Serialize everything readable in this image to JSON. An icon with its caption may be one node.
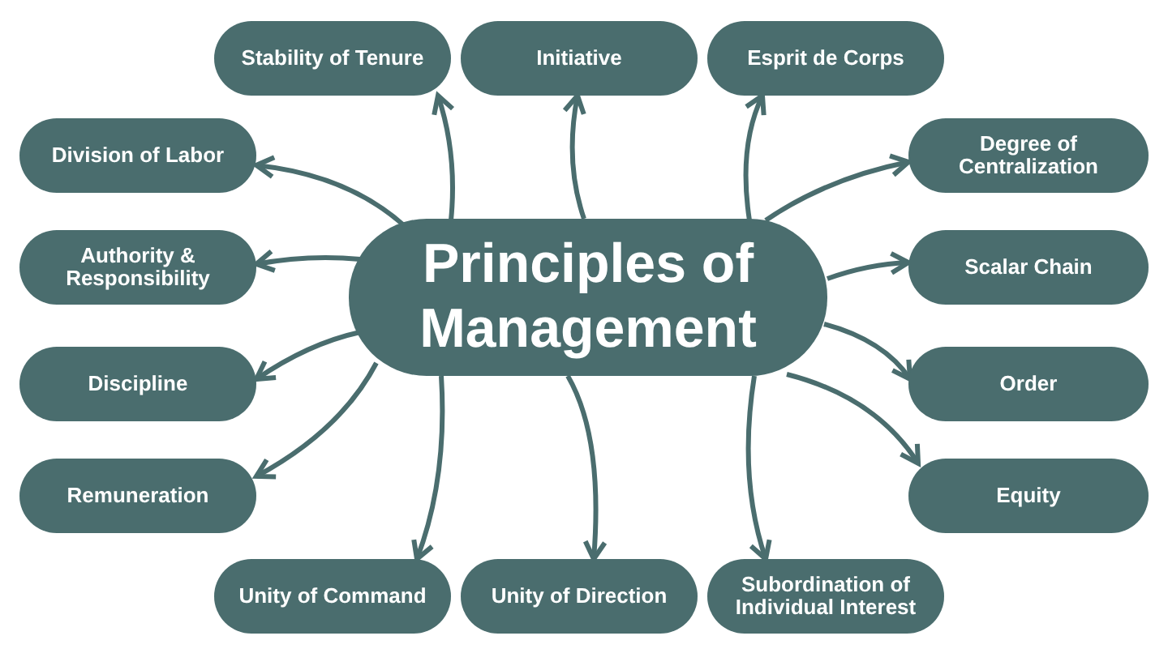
{
  "diagram": {
    "nodes": [
      {
        "text": [
          "Principles of Management"
        ]
      },
      {
        "text": [
          "Stability of Tenure"
        ]
      },
      {
        "text": [
          "Initiative"
        ]
      },
      {
        "text": [
          "Esprit de Corps"
        ]
      },
      {
        "text": [
          "Division of Labor"
        ]
      },
      {
        "text": [
          "Degree of Centralization"
        ]
      },
      {
        "text": [
          "Authority & Responsibility"
        ]
      },
      {
        "text": [
          "Scalar Chain"
        ]
      },
      {
        "text": [
          "Discipline"
        ]
      },
      {
        "text": [
          "Order"
        ]
      },
      {
        "text": [
          "Remuneration"
        ]
      },
      {
        "text": [
          "Equity"
        ]
      },
      {
        "text": [
          "Unity of Command"
        ]
      },
      {
        "text": [
          "Unity of Direction"
        ]
      },
      {
        "text": [
          "Subordination of Individual Interest"
        ]
      }
    ],
    "edges": [
      {
        "from": 0,
        "to": 1,
        "arrow": "to"
      },
      {
        "from": 0,
        "to": 2,
        "arrow": "to"
      },
      {
        "from": 0,
        "to": 3,
        "arrow": "to"
      },
      {
        "from": 0,
        "to": 4,
        "arrow": "to"
      },
      {
        "from": 0,
        "to": 5,
        "arrow": "to"
      },
      {
        "from": 0,
        "to": 6,
        "arrow": "to"
      },
      {
        "from": 0,
        "to": 7,
        "arrow": "to"
      },
      {
        "from": 0,
        "to": 8,
        "arrow": "to"
      },
      {
        "from": 0,
        "to": 9,
        "arrow": "to"
      },
      {
        "from": 0,
        "to": 10,
        "arrow": "to"
      },
      {
        "from": 0,
        "to": 11,
        "arrow": "to"
      },
      {
        "from": 0,
        "to": 12,
        "arrow": "to"
      },
      {
        "from": 0,
        "to": 13,
        "arrow": "to"
      },
      {
        "from": 0,
        "to": 14,
        "arrow": "to"
      }
    ]
  }
}
